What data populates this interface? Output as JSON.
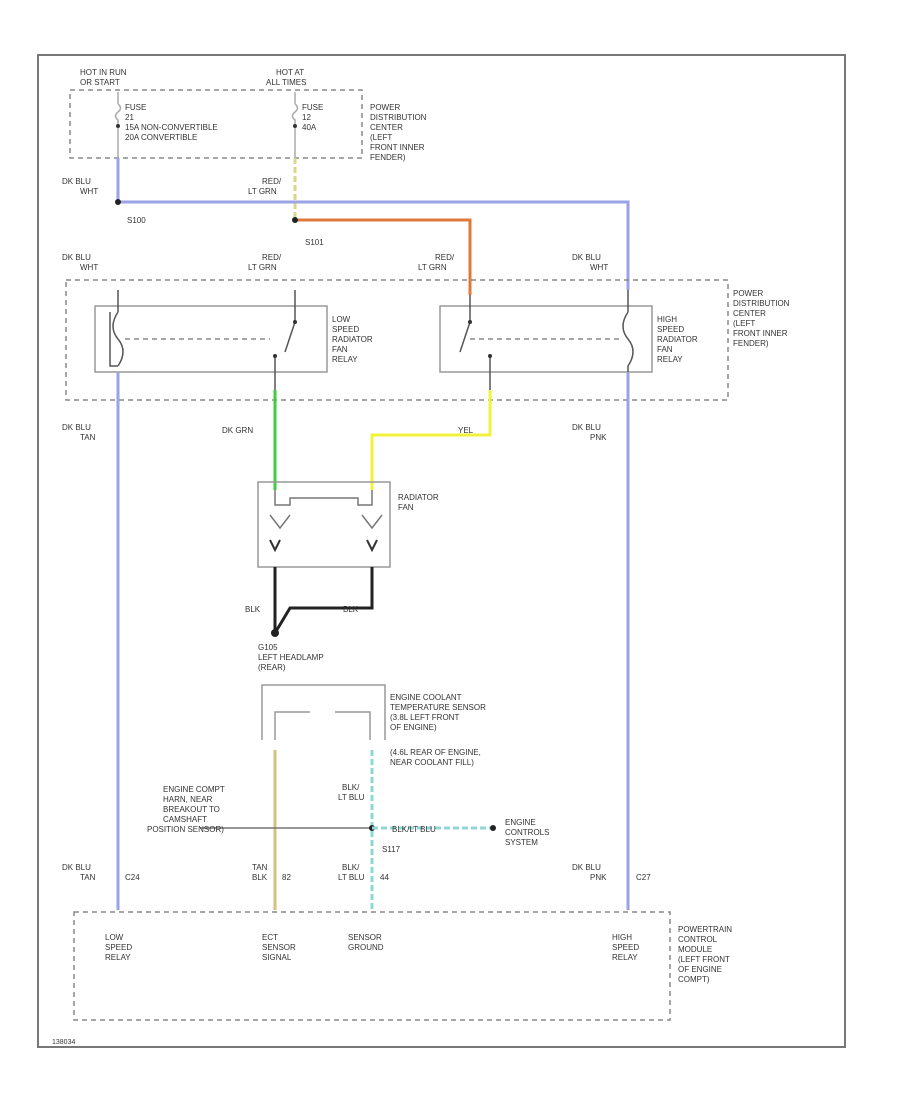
{
  "colors": {
    "dk_blu": "#9aa3e6",
    "red_lt_grn": "#d8d88a",
    "red_orange": "#e0783c",
    "dk_grn": "#3ccf3c",
    "yel": "#f2f23a",
    "tan": "#d4c27a",
    "lt_blu": "#8fd6d6",
    "blk": "#222222"
  },
  "labels": {
    "hot_in_run": "HOT IN RUN",
    "hot_in_run_2": "OR START",
    "hot_at_all": "HOT AT",
    "hot_at_all_2": "ALL TIMES",
    "fuse1": "FUSE",
    "fuse1_num": "21",
    "fuse1_amp1": "15A NON-CONVERTIBLE",
    "fuse1_amp2": "20A CONVERTIBLE",
    "fuse2": "FUSE",
    "fuse2_num": "12",
    "fuse2_amp": "40A",
    "pdc_top_1": "POWER",
    "pdc_top_2": "DISTRIBUTION",
    "pdc_top_3": "CENTER",
    "pdc_top_4": "(LEFT",
    "pdc_top_5": "FRONT INNER",
    "pdc_top_6": "FENDER)",
    "w_dkblu_1": "DK BLU",
    "w_dkblu_1b": "WHT",
    "w_red_1": "RED/",
    "w_red_1b": "LT GRN",
    "s100": "S100",
    "s101": "S101",
    "w_dkblu_2": "DK BLU",
    "w_dkblu_2b": "WHT",
    "w_red_2": "RED/",
    "w_red_2b": "LT GRN",
    "w_red_3": "RED/",
    "w_red_3b": "LT GRN",
    "w_dkblu_3": "DK BLU",
    "w_dkblu_3b": "WHT",
    "pdc_mid_1": "POWER",
    "pdc_mid_2": "DISTRIBUTION",
    "pdc_mid_3": "CENTER",
    "pdc_mid_4": "(LEFT",
    "pdc_mid_5": "FRONT INNER",
    "pdc_mid_6": "FENDER)",
    "low_relay_1": "LOW",
    "low_relay_2": "SPEED",
    "low_relay_3": "RADIATOR",
    "low_relay_4": "FAN",
    "low_relay_5": "RELAY",
    "high_relay_1": "HIGH",
    "high_relay_2": "SPEED",
    "high_relay_3": "RADIATOR",
    "high_relay_4": "FAN",
    "high_relay_5": "RELAY",
    "w_dkblu_4": "DK BLU",
    "w_dkblu_4b": "TAN",
    "w_dkgrn": "DK GRN",
    "w_yel": "YEL",
    "w_dkblu_5": "DK BLU",
    "w_dkblu_5b": "PNK",
    "radiator_fan_1": "RADIATOR",
    "radiator_fan_2": "FAN",
    "w_blk_1": "BLK",
    "w_blk_2": "BLK",
    "g105_1": "G105",
    "g105_2": "LEFT HEADLAMP",
    "g105_3": "(REAR)",
    "ect_1": "ENGINE COOLANT",
    "ect_2": "TEMPERATURE SENSOR",
    "ect_3": "(3.8L LEFT FRONT",
    "ect_4": "OF ENGINE)",
    "ect_5": "(4.6L REAR OF ENGINE,",
    "ect_6": "NEAR COOLANT FILL)",
    "w_blk_lt_blu_1": "BLK/",
    "w_blk_lt_blu_1b": "LT BLU",
    "eng_compt_1": "ENGINE COMPT",
    "eng_compt_2": "HARN, NEAR",
    "eng_compt_3": "BREAKOUT TO",
    "eng_compt_4": "CAMSHAFT",
    "eng_compt_5": "POSITION SENSOR)",
    "w_blk_lt_blu_2": "BLK/LT BLU",
    "s117": "S117",
    "eng_ctrl_1": "ENGINE",
    "eng_ctrl_2": "CONTROLS",
    "eng_ctrl_3": "SYSTEM",
    "w_dkblu_6": "DK BLU",
    "w_dkblu_6b": "TAN",
    "w_tan_blk": "TAN",
    "w_tan_blk_b": "BLK",
    "w_blk_lt_blu_3": "BLK/",
    "w_blk_lt_blu_3b": "LT BLU",
    "w_dkblu_7": "DK BLU",
    "w_dkblu_7b": "PNK",
    "pin_c24": "C24",
    "pin_82": "82",
    "pin_44": "44",
    "pin_c27": "C27",
    "pcm_low_1": "LOW",
    "pcm_low_2": "SPEED",
    "pcm_low_3": "RELAY",
    "pcm_ect_1": "ECT",
    "pcm_ect_2": "SENSOR",
    "pcm_ect_3": "SIGNAL",
    "pcm_sg_1": "SENSOR",
    "pcm_sg_2": "GROUND",
    "pcm_high_1": "HIGH",
    "pcm_high_2": "SPEED",
    "pcm_high_3": "RELAY",
    "pcm_1": "POWERTRAIN",
    "pcm_2": "CONTROL",
    "pcm_3": "MODULE",
    "pcm_4": "(LEFT FRONT",
    "pcm_5": "OF ENGINE",
    "pcm_6": "COMPT)",
    "fig_id": "138034"
  }
}
